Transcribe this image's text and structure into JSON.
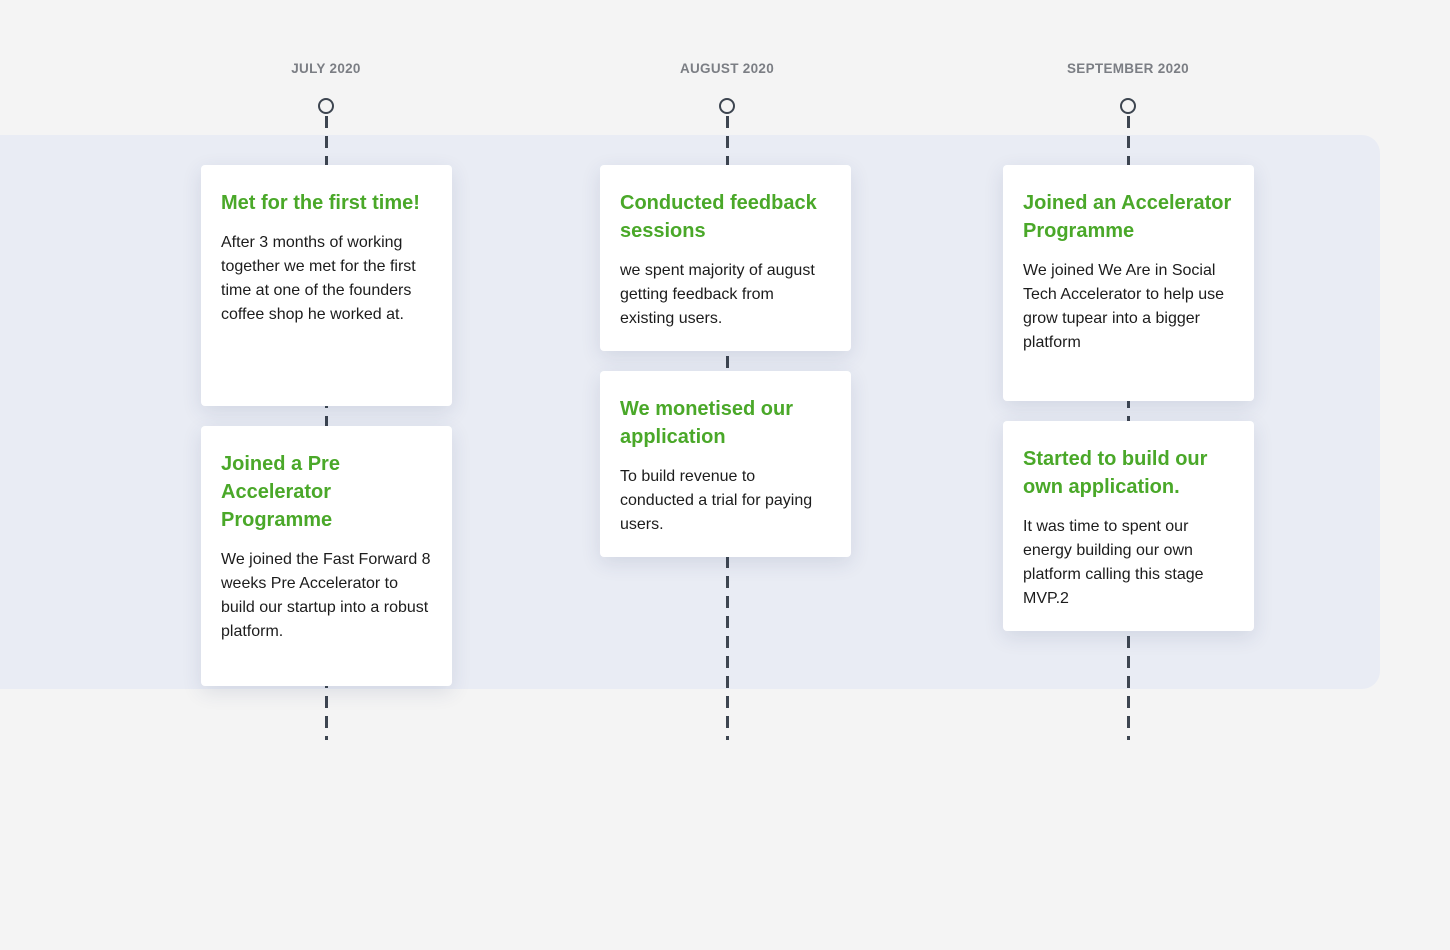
{
  "timeline": {
    "columns": [
      {
        "month": "JULY 2020",
        "cards": [
          {
            "title": "Met for the first time!",
            "body": "After 3 months of working together we met for the first time at one of the founders coffee shop he worked at."
          },
          {
            "title": "Joined a Pre Accelerator Programme",
            "body": "We joined the Fast Forward 8 weeks Pre Accelerator to build our startup into a robust platform."
          }
        ]
      },
      {
        "month": "AUGUST 2020",
        "cards": [
          {
            "title": "Conducted feedback sessions",
            "body": "we spent majority of august getting feedback from existing users."
          },
          {
            "title": "We monetised our application",
            "body": "To build revenue to conducted a trial for paying users."
          }
        ]
      },
      {
        "month": "SEPTEMBER 2020",
        "cards": [
          {
            "title": "Joined an Accelerator Programme",
            "body": "We joined We Are in Social Tech Accelerator to help use grow tupear into a bigger platform"
          },
          {
            "title": "Started to build our own application.",
            "body": "It was time to spent our energy building our own platform calling this stage MVP.2"
          }
        ]
      }
    ]
  },
  "colors": {
    "accent_green": "#4aa829",
    "band_background": "#e9ecf4",
    "page_background": "#f4f4f4",
    "timeline_line": "#3d4550",
    "month_label": "#7b7e84"
  },
  "icons": {
    "milestone_marker": "location-pin-icon"
  }
}
